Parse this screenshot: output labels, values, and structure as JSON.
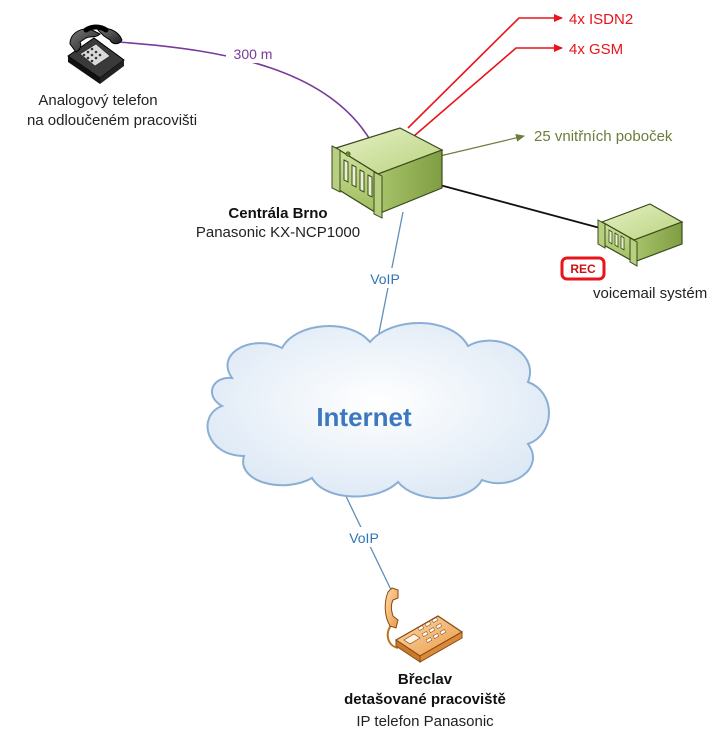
{
  "analog_phone": {
    "label_line1": "Analogový telefon",
    "label_line2": "na odloučeném pracovišti",
    "distance": "300 m"
  },
  "central": {
    "name": "Centrála Brno",
    "model": "Panasonic KX-NCP1000"
  },
  "trunks": {
    "isdn": "4x ISDN2",
    "gsm": "4x GSM",
    "extensions": "25 vnitřních poboček"
  },
  "voicemail": {
    "badge": "REC",
    "label": "voicemail systém"
  },
  "links": {
    "voip_top": "VoIP",
    "voip_bottom": "VoIP"
  },
  "cloud": {
    "label": "Internet"
  },
  "remote": {
    "city": "Břeclav",
    "site": "detašované pracoviště",
    "device": "IP telefon Panasonic"
  },
  "colors": {
    "red_line": "#e8131b",
    "purple_line": "#7a3a9a",
    "olive_line": "#6b7d3a",
    "blue_line": "#5f8fb8",
    "voip_text": "#2f74b3",
    "internet_text": "#3c78c0",
    "cloud_fill": "#e9f0f8",
    "cloud_stroke": "#8aaed4",
    "server_green": "#c8dc9a"
  }
}
